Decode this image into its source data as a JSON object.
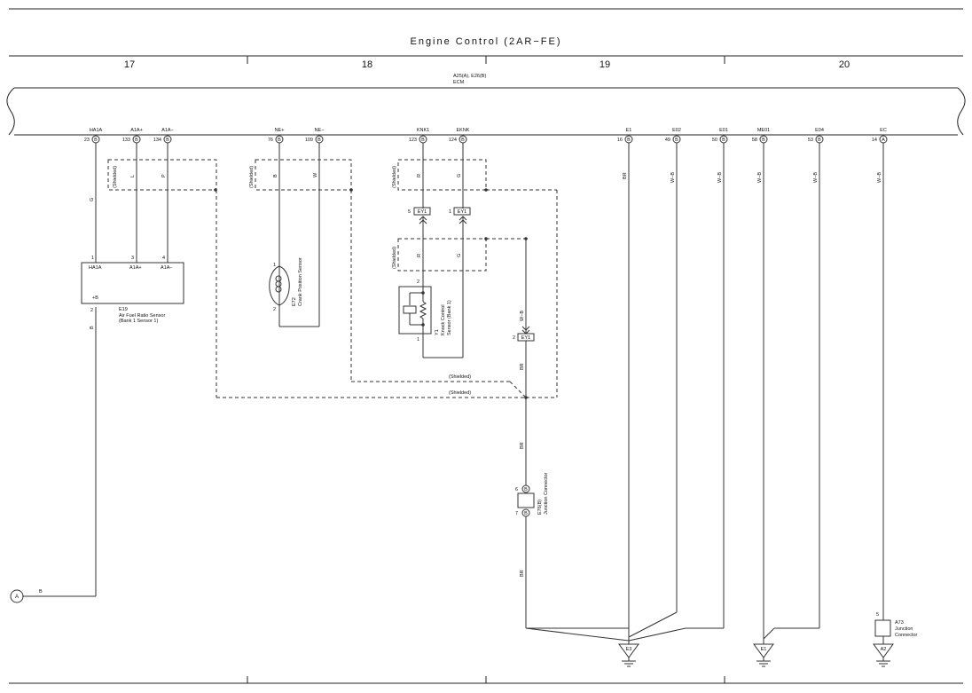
{
  "header": {
    "title": "Engine Control (2AR−FE)",
    "columns": [
      "17",
      "18",
      "19",
      "20"
    ]
  },
  "ecm": {
    "ref": "A25(A), E26(B)",
    "name": "ECM"
  },
  "pins": [
    {
      "name": "HA1A",
      "num": "23",
      "conn": "B"
    },
    {
      "name": "A1A+",
      "num": "133",
      "conn": "B"
    },
    {
      "name": "A1A−",
      "num": "134",
      "conn": "B"
    },
    {
      "name": "NE+",
      "num": "76",
      "conn": "B"
    },
    {
      "name": "NE−",
      "num": "109",
      "conn": "B"
    },
    {
      "name": "KNK1",
      "num": "123",
      "conn": "B"
    },
    {
      "name": "EKNK",
      "num": "124",
      "conn": "B"
    },
    {
      "name": "E1",
      "num": "16",
      "conn": "B"
    },
    {
      "name": "E02",
      "num": "49",
      "conn": "B"
    },
    {
      "name": "E01",
      "num": "50",
      "conn": "B"
    },
    {
      "name": "ME01",
      "num": "58",
      "conn": "B"
    },
    {
      "name": "E04",
      "num": "53",
      "conn": "B"
    },
    {
      "name": "EC",
      "num": "14",
      "conn": "A"
    }
  ],
  "wire_colors": [
    "G",
    "L",
    "P",
    "B",
    "W",
    "R",
    "G",
    "BR",
    "W−B",
    "W−B",
    "W−B",
    "W−B",
    "W−B",
    "R",
    "G",
    "W−B",
    "BR",
    "BR",
    "BR",
    "B",
    "B"
  ],
  "shield_label": "(Shielded)",
  "e19": {
    "pins_top": [
      "1",
      "3",
      "4"
    ],
    "pin_labels": [
      "HA1A",
      "A1A+",
      "A1A−"
    ],
    "plus_b": "+B",
    "pin_bottom": "2",
    "id": "E19",
    "desc1": "Air Fuel Ratio Sensor",
    "desc2": "(Bank 1 Sensor 1)"
  },
  "e72": {
    "pin1": "1",
    "pin2": "2",
    "id": "E72",
    "desc": "Crank Position Sensor"
  },
  "ey1": {
    "label": "EY1",
    "pins": [
      "5",
      "1",
      "2"
    ]
  },
  "y1": {
    "pin2": "2",
    "pin1": "1",
    "id": "Y1",
    "desc1": "Knock Control",
    "desc2": "Sensor (Bank 1)"
  },
  "e76": {
    "pin6": "6",
    "pin7": "7",
    "conn": "B",
    "id": "E76(B)",
    "desc": "Junction Connector"
  },
  "a73": {
    "pin": "5",
    "id": "A73",
    "desc1": "Junction",
    "desc2": "Connector"
  },
  "grounds": [
    "E3",
    "E1",
    "A2"
  ],
  "offpage": {
    "label": "A",
    "wire": "B"
  }
}
